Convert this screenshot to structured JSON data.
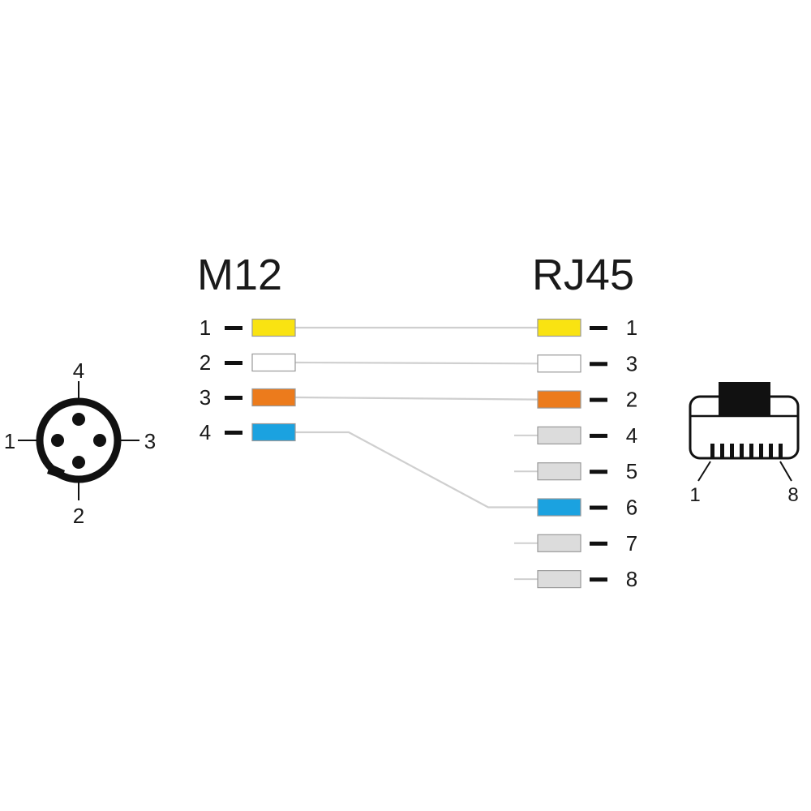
{
  "left_title": "M12",
  "right_title": "RJ45",
  "colors": {
    "yellow": "#f9e312",
    "white": "#ffffff",
    "orange": "#ec7b1c",
    "blue": "#1ba2e0",
    "gray": "#dcdcdc",
    "wire": "#cfcfcf",
    "outline": "#9a9a9a",
    "ink": "#111111"
  },
  "m12_pins": [
    {
      "label": "1",
      "color": "yellow"
    },
    {
      "label": "2",
      "color": "white"
    },
    {
      "label": "3",
      "color": "orange"
    },
    {
      "label": "4",
      "color": "blue"
    }
  ],
  "rj45_pins": [
    {
      "label": "1",
      "color": "yellow"
    },
    {
      "label": "3",
      "color": "white"
    },
    {
      "label": "2",
      "color": "orange"
    },
    {
      "label": "4",
      "color": "gray"
    },
    {
      "label": "5",
      "color": "gray"
    },
    {
      "label": "6",
      "color": "blue"
    },
    {
      "label": "7",
      "color": "gray"
    },
    {
      "label": "8",
      "color": "gray"
    }
  ],
  "connections": [
    {
      "from": "1",
      "to": "1"
    },
    {
      "from": "2",
      "to": "3"
    },
    {
      "from": "3",
      "to": "2"
    },
    {
      "from": "4",
      "to": "6"
    }
  ],
  "m12_face": {
    "top": "4",
    "left": "1",
    "right": "3",
    "bottom": "2"
  },
  "rj45_face": {
    "first": "1",
    "last": "8"
  }
}
